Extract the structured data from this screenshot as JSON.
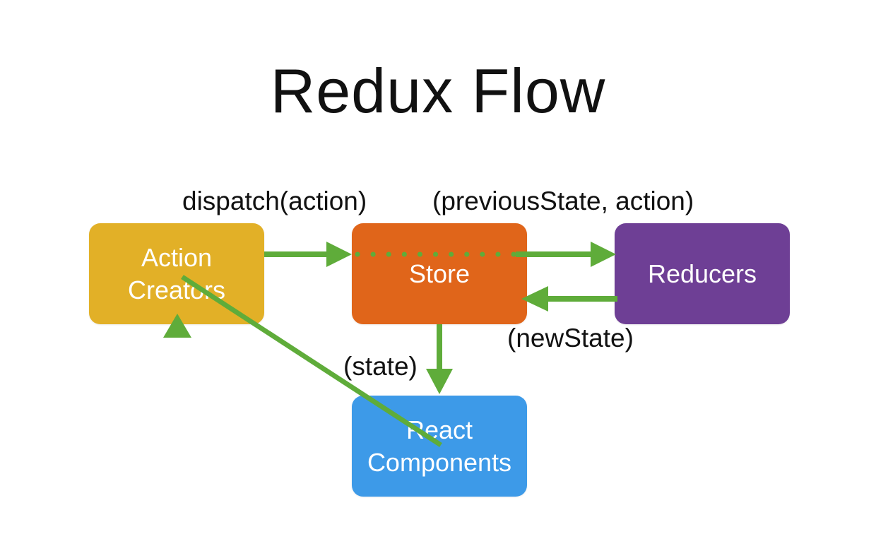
{
  "title": "Redux Flow",
  "labels": {
    "dispatch": "dispatch(action)",
    "previous_state": "(previousState, action)",
    "new_state": "(newState)",
    "state": "(state)"
  },
  "nodes": {
    "action_creators": {
      "line1": "Action",
      "line2": "Creators",
      "color": "#e2b027"
    },
    "store": {
      "label": "Store",
      "color": "#e0651a"
    },
    "reducers": {
      "label": "Reducers",
      "color": "#6e3f95"
    },
    "react_components": {
      "line1": "React",
      "line2": "Components",
      "color": "#3d9ae8"
    }
  },
  "arrow_color": "#5fac3a"
}
